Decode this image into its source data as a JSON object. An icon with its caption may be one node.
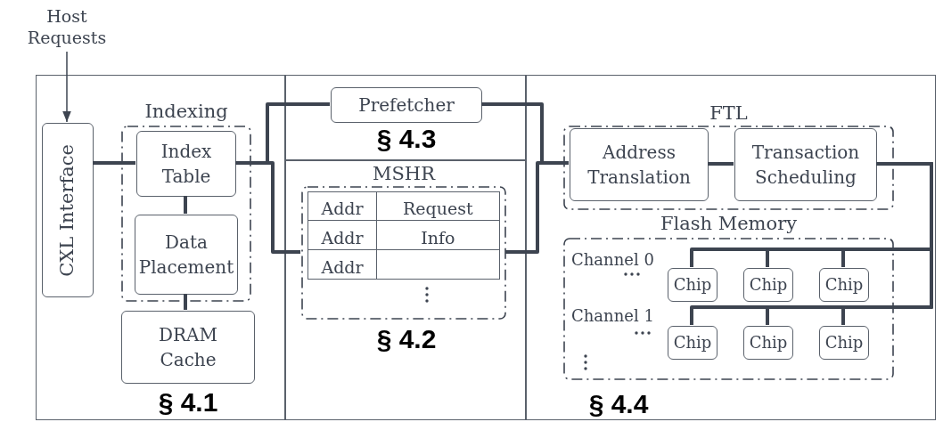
{
  "diagram": {
    "nodes": [
      {
        "text": [
          "Host Requests"
        ]
      },
      {
        "text": [
          "§ 4.1"
        ]
      },
      {
        "text": [
          "CXL Interface"
        ],
        "in": 1
      },
      {
        "text": [
          "Indexing"
        ],
        "in": 1
      },
      {
        "text": [
          "Index Table"
        ],
        "in": 3
      },
      {
        "text": [
          "Data Placement"
        ],
        "in": 3
      },
      {
        "text": [
          "DRAM Cache"
        ],
        "in": 1
      },
      {
        "text": [
          "§ 4.3"
        ]
      },
      {
        "text": [
          "Prefetcher"
        ],
        "in": 7
      },
      {
        "text": [
          "§ 4.2"
        ]
      },
      {
        "text": [
          "MSHR"
        ],
        "in": 9
      },
      {
        "text": [
          "§ 4.4"
        ]
      },
      {
        "text": [
          "FTL"
        ],
        "in": 11
      },
      {
        "text": [
          "Address Translation"
        ],
        "in": 12
      },
      {
        "text": [
          "Transaction Scheduling"
        ],
        "in": 12
      },
      {
        "text": [
          "Flash Memory",
          "Channel 0",
          "Channel 1"
        ],
        "in": 11
      },
      {
        "text": [
          "Chip"
        ],
        "in": 15
      },
      {
        "text": [
          "Chip"
        ],
        "in": 15
      },
      {
        "text": [
          "Chip"
        ],
        "in": 15
      },
      {
        "text": [
          "Chip"
        ],
        "in": 15
      },
      {
        "text": [
          "Chip"
        ],
        "in": 15
      },
      {
        "text": [
          "Chip"
        ],
        "in": 15
      }
    ],
    "edges": [
      {
        "from": 0,
        "to": 2,
        "arrow": "to"
      },
      {
        "from": 2,
        "to": 4,
        "arrow": "none"
      },
      {
        "from": 4,
        "to": 5,
        "arrow": "none"
      },
      {
        "from": 5,
        "to": 6,
        "arrow": "none"
      },
      {
        "from": 4,
        "to": 8,
        "arrow": "none"
      },
      {
        "from": 4,
        "to": 10,
        "arrow": "none"
      },
      {
        "from": 8,
        "to": 13,
        "arrow": "none"
      },
      {
        "from": 10,
        "to": 13,
        "arrow": "none"
      },
      {
        "from": 13,
        "to": 14,
        "arrow": "none"
      },
      {
        "from": 14,
        "to": 16,
        "arrow": "none"
      },
      {
        "from": 14,
        "to": 17,
        "arrow": "none"
      },
      {
        "from": 14,
        "to": 18,
        "arrow": "none"
      },
      {
        "from": 14,
        "to": 19,
        "arrow": "none"
      },
      {
        "from": 14,
        "to": 20,
        "arrow": "none"
      },
      {
        "from": 14,
        "to": 21,
        "arrow": "none"
      }
    ],
    "labels": [
      "Addr",
      "Request",
      "Addr",
      "Info",
      "Addr"
    ]
  }
}
